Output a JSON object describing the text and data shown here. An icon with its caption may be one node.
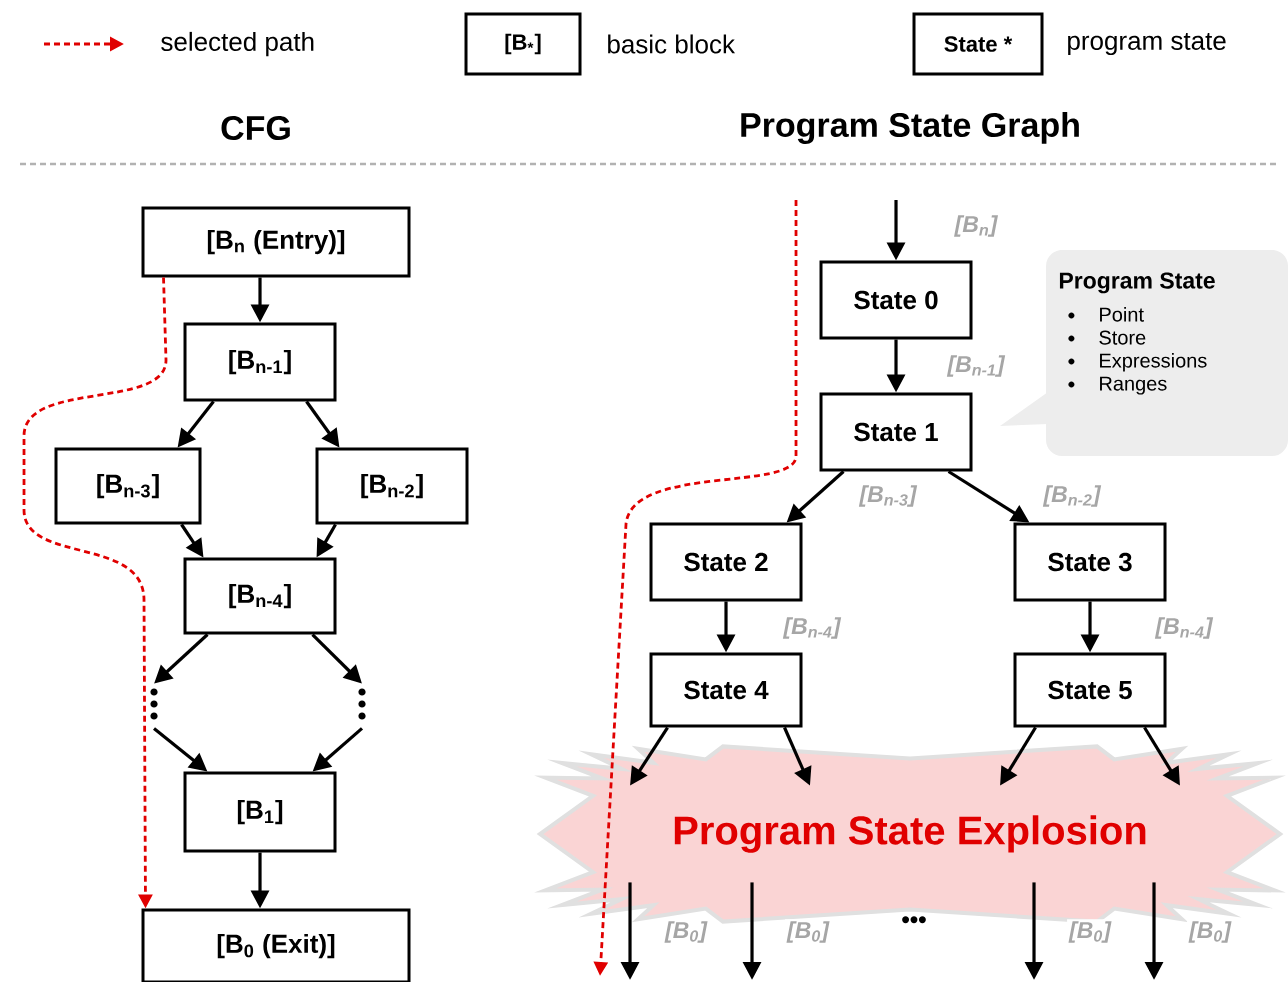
{
  "diagram": {
    "nodes": [
      {
        "text": [
          "[B$_{n}$ (Entry)]"
        ]
      },
      {
        "text": [
          "[B$_{n-1}$]"
        ]
      },
      {
        "text": [
          "[B$_{n-3}$]"
        ]
      },
      {
        "text": [
          "[B$_{n-2}$]"
        ]
      },
      {
        "text": [
          "[B$_{n-4}$]"
        ]
      },
      {
        "text": [],
        "shape": "dots"
      },
      {
        "text": [],
        "shape": "dots"
      },
      {
        "text": [
          "[B$_{1}$]"
        ]
      },
      {
        "text": [
          "[B$_{0}$ (Exit)]"
        ]
      },
      {
        "text": [
          "State 0"
        ]
      },
      {
        "text": [
          "State 1"
        ]
      },
      {
        "text": [
          "State 2"
        ]
      },
      {
        "text": [
          "State 3"
        ]
      },
      {
        "text": [
          "State 4"
        ]
      },
      {
        "text": [
          "State 5"
        ]
      },
      {
        "text": [
          "Program State Explosion"
        ]
      },
      {
        "text": [
          "Program State",
          "Point",
          "Store",
          "Expressions",
          "Ranges"
        ]
      }
    ],
    "edges": [
      {
        "from": 0,
        "to": 1,
        "arrow": "to"
      },
      {
        "from": 1,
        "to": 2,
        "arrow": "to"
      },
      {
        "from": 1,
        "to": 3,
        "arrow": "to"
      },
      {
        "from": 2,
        "to": 4,
        "arrow": "to"
      },
      {
        "from": 3,
        "to": 4,
        "arrow": "to"
      },
      {
        "from": 4,
        "to": 5,
        "arrow": "to"
      },
      {
        "from": 4,
        "to": 6,
        "arrow": "to"
      },
      {
        "from": 5,
        "to": 7,
        "arrow": "to"
      },
      {
        "from": 6,
        "to": 7,
        "arrow": "to"
      },
      {
        "from": 7,
        "to": 8,
        "arrow": "to"
      },
      {
        "from": 0,
        "to": 8,
        "arrow": "to",
        "style": "dashed",
        "color": "#e00000"
      },
      {
        "from": null,
        "to": 9,
        "arrow": "to",
        "label": "[B$_{n}$]"
      },
      {
        "from": 9,
        "to": 10,
        "arrow": "to",
        "label": "[B$_{n-1}$]"
      },
      {
        "from": 10,
        "to": 11,
        "arrow": "to",
        "label": "[B$_{n-3}$]"
      },
      {
        "from": 10,
        "to": 12,
        "arrow": "to",
        "label": "[B$_{n-2}$]"
      },
      {
        "from": 11,
        "to": 13,
        "arrow": "to",
        "label": "[B$_{n-4}$]"
      },
      {
        "from": 12,
        "to": 14,
        "arrow": "to",
        "label": "[B$_{n-4}$]"
      },
      {
        "from": 13,
        "to": 15,
        "arrow": "to"
      },
      {
        "from": 13,
        "to": 15,
        "arrow": "to"
      },
      {
        "from": 14,
        "to": 15,
        "arrow": "to"
      },
      {
        "from": 14,
        "to": 15,
        "arrow": "to"
      },
      {
        "from": 15,
        "to": null,
        "arrow": "to",
        "label": "[B$_{0}$]"
      },
      {
        "from": 15,
        "to": null,
        "arrow": "to",
        "label": "[B$_{0}$]"
      },
      {
        "from": 15,
        "to": null,
        "arrow": "to",
        "label": "[B$_{0}$]"
      },
      {
        "from": 15,
        "to": null,
        "arrow": "to",
        "label": "[B$_{0}$]"
      }
    ],
    "labels": [
      "[B$_{*}$]",
      "State *",
      "CFG",
      "Program State Graph",
      "•••"
    ],
    "legend": [
      {
        "text": "selected path"
      },
      {
        "text": "basic block"
      },
      {
        "text": "program state"
      }
    ]
  }
}
